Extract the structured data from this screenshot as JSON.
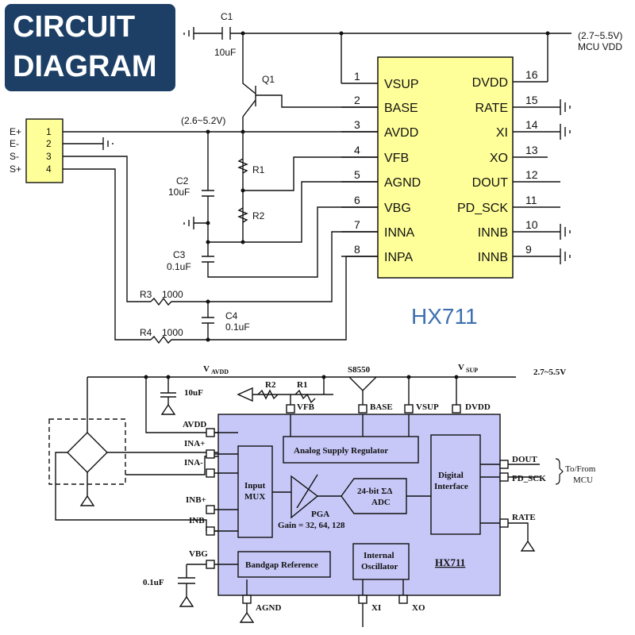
{
  "badge": {
    "line1": "CIRCUIT",
    "line2": "DIAGRAM"
  },
  "top": {
    "chip_name": "HX711",
    "left_pins": [
      {
        "num": "1",
        "name": "VSUP"
      },
      {
        "num": "2",
        "name": "BASE"
      },
      {
        "num": "3",
        "name": "AVDD"
      },
      {
        "num": "4",
        "name": "VFB"
      },
      {
        "num": "5",
        "name": "AGND"
      },
      {
        "num": "6",
        "name": "VBG"
      },
      {
        "num": "7",
        "name": "INNA"
      },
      {
        "num": "8",
        "name": "INPA"
      }
    ],
    "right_pins": [
      {
        "num": "16",
        "name": "DVDD"
      },
      {
        "num": "15",
        "name": "RATE"
      },
      {
        "num": "14",
        "name": "XI"
      },
      {
        "num": "13",
        "name": "XO"
      },
      {
        "num": "12",
        "name": "DOUT"
      },
      {
        "num": "11",
        "name": "PD_SCK"
      },
      {
        "num": "10",
        "name": "INNB"
      },
      {
        "num": "9",
        "name": "INNB"
      }
    ],
    "connector_pins": [
      "1",
      "2",
      "3",
      "4"
    ],
    "connector_labels": [
      "E+",
      "E-",
      "S-",
      "S+"
    ],
    "c1_name": "C1",
    "c1_val": "10uF",
    "mcu_vdd_range": "(2.7~5.5V)",
    "mcu_vdd_label": "MCU VDD",
    "q1": "Q1",
    "avdd_range": "(2.6~5.2V)",
    "r1": "R1",
    "r2": "R2",
    "c2_name": "C2",
    "c2_val": "10uF",
    "c3_name": "C3",
    "c3_val": "0.1uF",
    "r3": "R3",
    "r3_val": "1000",
    "r4": "R4",
    "r4_val": "1000",
    "c4_name": "C4",
    "c4_val": "0.1uF"
  },
  "bottom": {
    "vavdd_main": "V",
    "vavdd_sub": "AVDD",
    "vsup_main": "V",
    "vsup_sub": "SUP",
    "s8550": "S8550",
    "supply_range": "2.7~5.5V",
    "cap_10uf": "10uF",
    "r2": "R2",
    "r1": "R1",
    "vfb": "VFB",
    "base": "BASE",
    "vsup": "VSUP",
    "dvdd": "DVDD",
    "avdd": "AVDD",
    "ina_plus": "INA+",
    "ina_minus": "INA-",
    "inb_plus": "INB+",
    "inb": "INB",
    "vbg": "VBG",
    "cap_01uf": "0.1uF",
    "regulator": "Analog Supply Regulator",
    "input_mux_1": "Input",
    "input_mux_2": "MUX",
    "pga": "PGA",
    "gain": "Gain = 32, 64, 128",
    "adc_1": "24-bit ΣΔ",
    "adc_2": "ADC",
    "digital_1": "Digital",
    "digital_2": "Interface",
    "dout": "DOUT",
    "pd_sck": "PD_SCK",
    "to_from_1": "To/From",
    "to_from_2": "MCU",
    "rate": "RATE",
    "bandgap": "Bandgap Reference",
    "osc_1": "Internal",
    "osc_2": "Oscillator",
    "chip_name": "HX711",
    "agnd": "AGND",
    "xi": "XI",
    "xo": "XO"
  },
  "colors": {
    "badge_bg": "#1d3f66",
    "chip_yellow": "#ffff99",
    "chip_lavender": "#c8c8f8",
    "chip_name_blue": "#3d6fb0",
    "ink": "#111111"
  }
}
